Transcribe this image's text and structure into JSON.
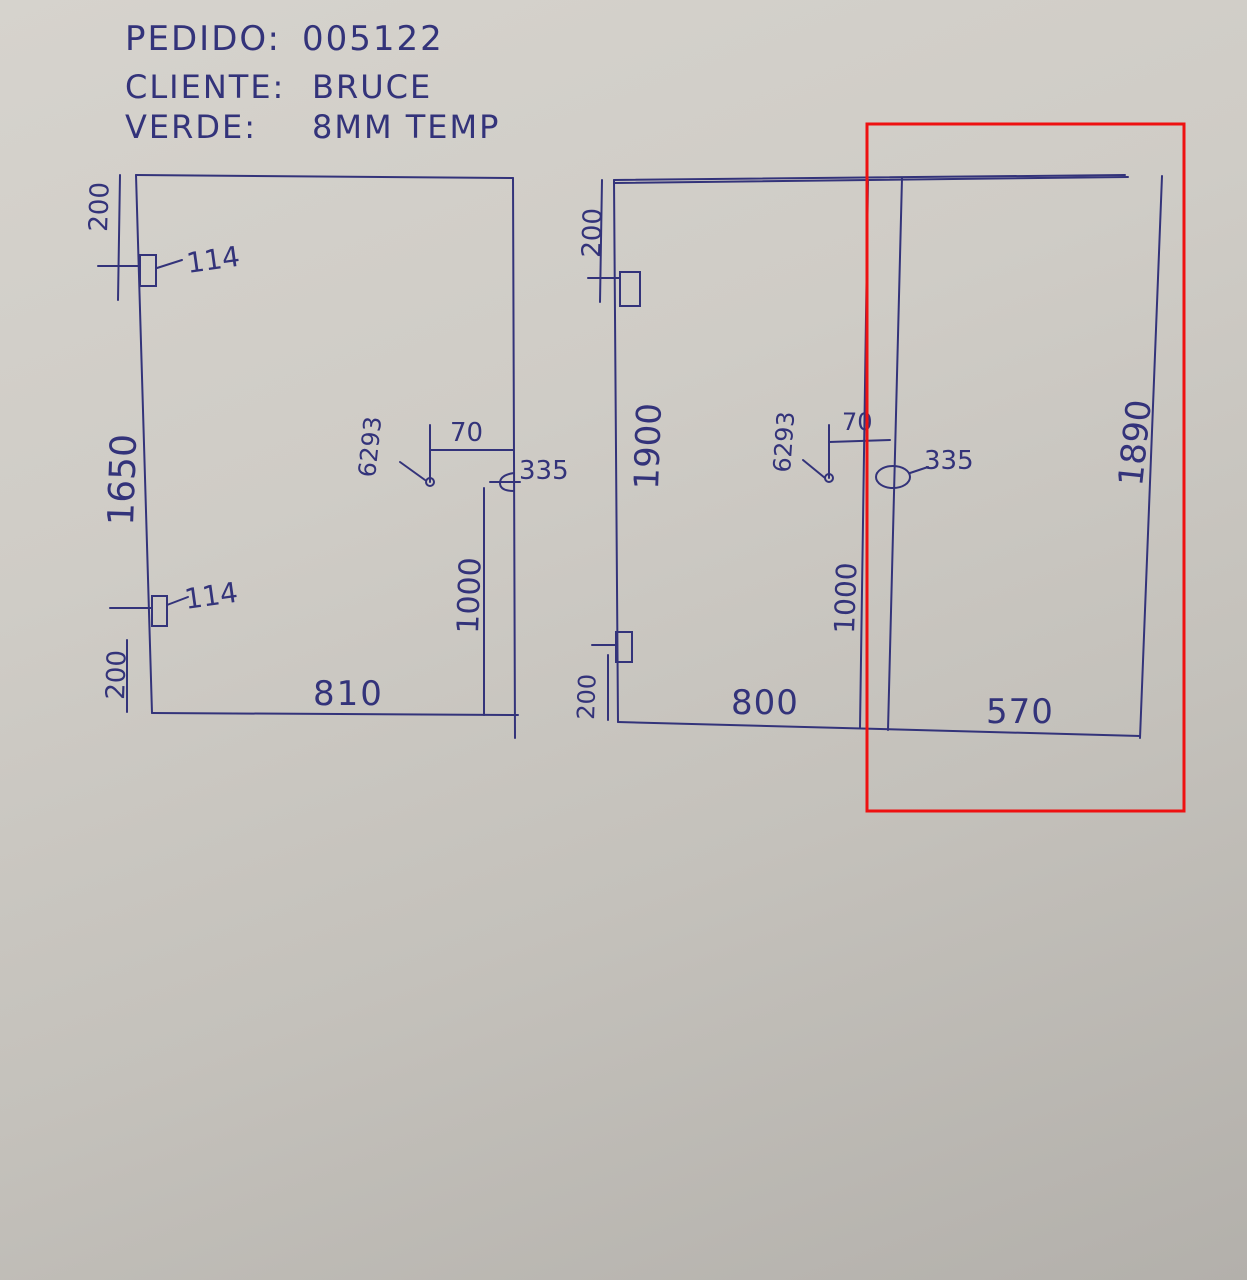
{
  "header": {
    "order_label": "PEDIDO:",
    "order_value": "005122",
    "client_label": "CLIENTE:",
    "client_value": "BRUCE",
    "glass_label": "VERDE:",
    "glass_value": "8MM TEMP"
  },
  "left_panel": {
    "top_offset": "200",
    "top_hinge": "114",
    "height": "1650",
    "bottom_hinge": "114",
    "bottom_offset": "200",
    "lock_model": "6293",
    "lock_offset": "70",
    "handle": "335",
    "handle_height": "1000",
    "width": "810"
  },
  "right_panel": {
    "top_offset": "200",
    "height": "1900",
    "bottom_offset": "200",
    "lock_model": "6293",
    "lock_offset": "70",
    "handle": "335",
    "handle_height": "1000",
    "door_width": "800",
    "fixed_width": "570",
    "fixed_height": "1890"
  },
  "colors": {
    "ink": "#33337a",
    "highlight": "#ee1111"
  }
}
